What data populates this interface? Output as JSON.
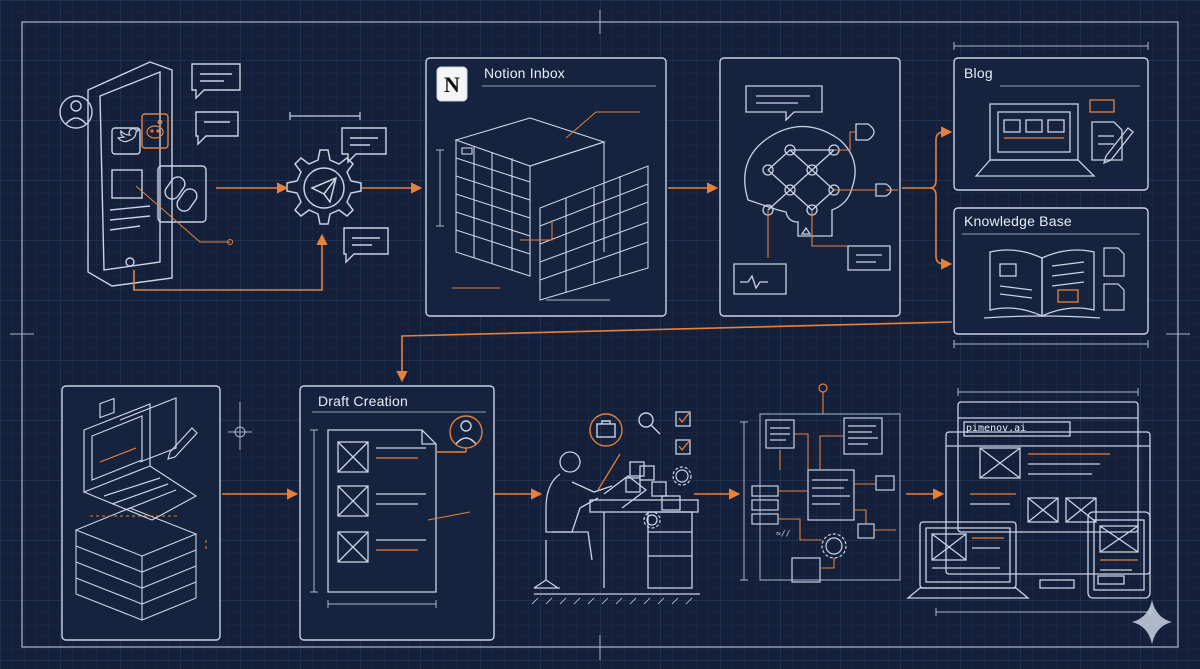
{
  "labels": {
    "notion_inbox": "Notion Inbox",
    "blog": "Blog",
    "knowledge_base": "Knowledge Base",
    "draft_creation": "Draft Creation",
    "site_url": "pimenov.ai",
    "notion_logo": "N"
  },
  "colors": {
    "background": "#14203a",
    "line": "#c9d3e3",
    "accent": "#e8813a"
  },
  "icons": [
    "user-icon",
    "twitter-icon",
    "reddit-icon",
    "link-icon",
    "telegram-icon",
    "gear-icon",
    "chat-bubble-icon",
    "brain-network-icon",
    "logic-gate-icon",
    "laptop-icon",
    "document-icon",
    "pen-icon",
    "book-icon",
    "briefcase-icon",
    "magnifier-icon",
    "checkbox-icon",
    "sparkle-icon"
  ]
}
